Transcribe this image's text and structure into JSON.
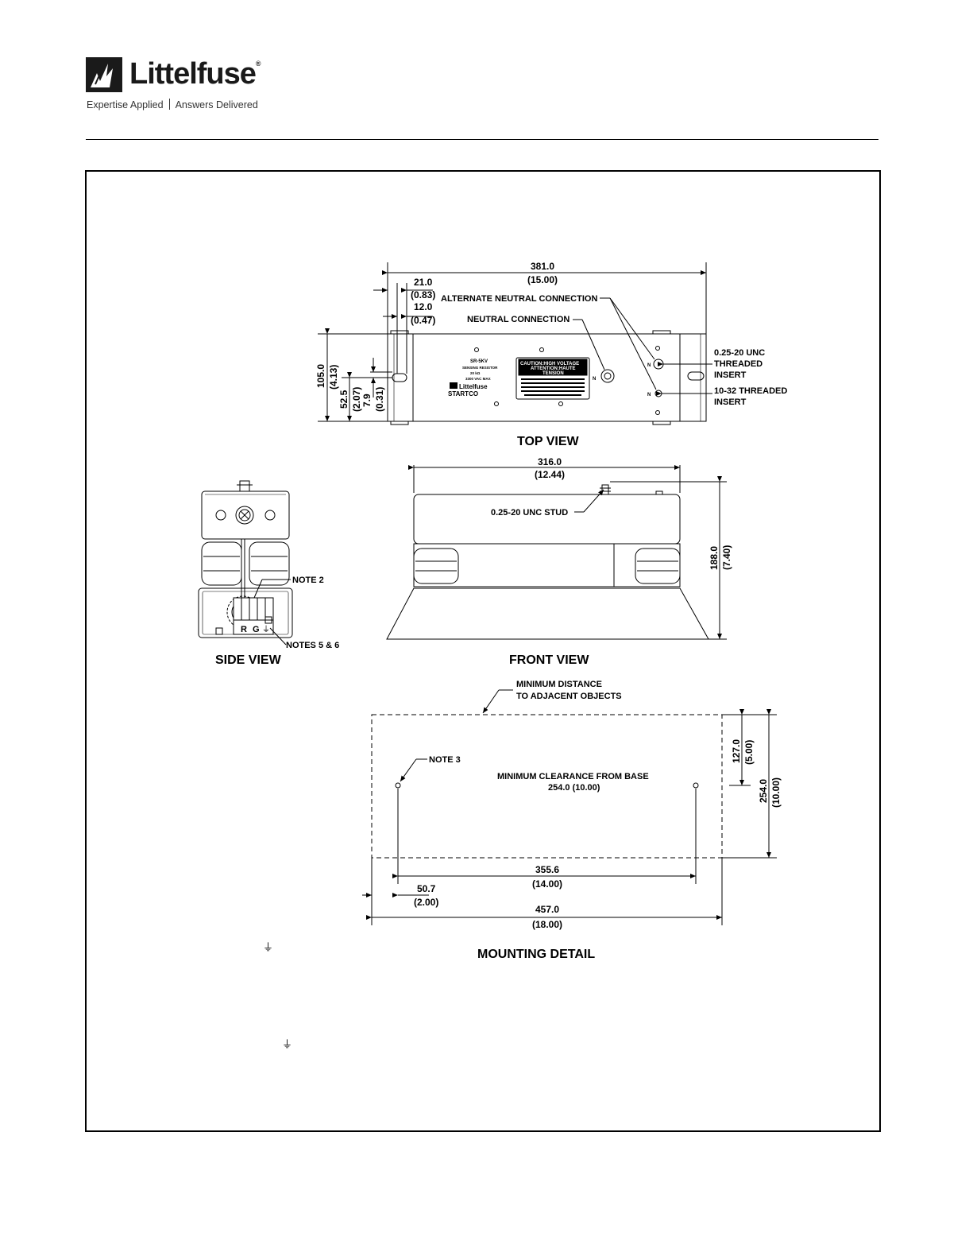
{
  "brand": {
    "name": "Littelfuse",
    "registered_mark": "®",
    "tagline_left": "Expertise Applied",
    "tagline_right": "Answers Delivered"
  },
  "top_view": {
    "title": "TOP VIEW",
    "overall_width": "381.0",
    "overall_width_in": "(15.00)",
    "offset_a": "21.0",
    "offset_a_in": "(0.83)",
    "offset_b": "12.0",
    "offset_b_in": "(0.47)",
    "alt_neutral": "ALTERNATE NEUTRAL CONNECTION",
    "neutral": "NEUTRAL CONNECTION",
    "insert_a_line1": "0.25-20 UNC",
    "insert_a_line2": "THREADED",
    "insert_a_line3": "INSERT",
    "insert_b_line1": "10-32 THREADED",
    "insert_b_line2": "INSERT",
    "height": "105.0",
    "height_in": "(4.13)",
    "mid_height": "52.5",
    "mid_height_in": "(2.07)",
    "small": "7.9",
    "small_in": "(0.31)",
    "nameplate_model": "SR-5KV",
    "nameplate_line2": "SENSING RESISTOR",
    "nameplate_line3": "20 kΩ",
    "nameplate_line4": "3300 VAC MAX",
    "nameplate_brand": "Littelfuse",
    "nameplate_startco": "STARTCO",
    "caution_line1": "CAUTION:HIGH VOLTAGE",
    "caution_line2": "ATTENTION:HAUTE",
    "caution_line3": "TENSION",
    "n_mark": "N"
  },
  "front_view": {
    "title": "FRONT VIEW",
    "width": "316.0",
    "width_in": "(12.44)",
    "stud": "0.25-20 UNC STUD",
    "height": "188.0",
    "height_in": "(7.40)"
  },
  "side_view": {
    "title": "SIDE VIEW",
    "note2": "NOTE 2",
    "notes56": "NOTES 5 & 6",
    "terminal_r": "R",
    "terminal_g": "G"
  },
  "mounting": {
    "title": "MOUNTING DETAIL",
    "min_distance_line1": "MINIMUM DISTANCE",
    "min_distance_line2": "TO ADJACENT OBJECTS",
    "note3": "NOTE 3",
    "clearance_line1": "MINIMUM CLEARANCE FROM BASE",
    "clearance_line2": "254.0 (10.00)",
    "half_height": "127.0",
    "half_height_in": "(5.00)",
    "full_height": "254.0",
    "full_height_in": "(10.00)",
    "hole_span": "355.6",
    "hole_span_in": "(14.00)",
    "edge_offset": "50.7",
    "edge_offset_in": "(2.00)",
    "total_width": "457.0",
    "total_width_in": "(18.00)"
  },
  "symbols": {
    "ground": "⏚"
  }
}
